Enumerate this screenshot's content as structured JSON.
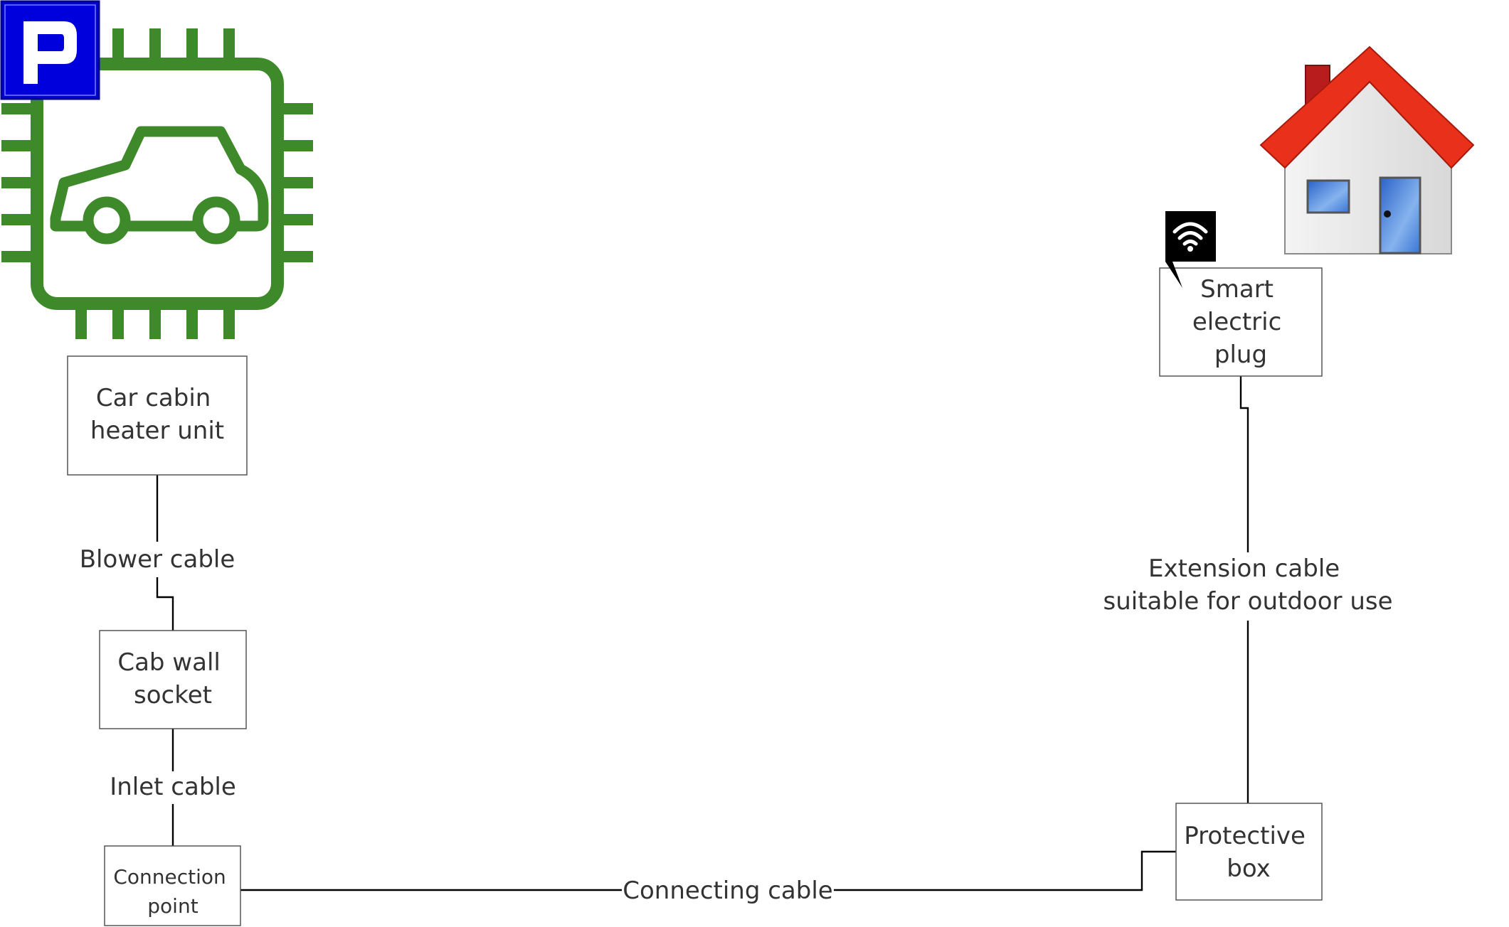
{
  "nodes": {
    "heater": {
      "lines": [
        "Car cabin",
        "heater unit"
      ]
    },
    "cab_socket": {
      "lines": [
        "Cab wall",
        "socket"
      ]
    },
    "connection": {
      "lines": [
        "Connection",
        "point"
      ]
    },
    "protective": {
      "lines": [
        "Protective",
        "box"
      ]
    },
    "smart_plug": {
      "lines": [
        "Smart",
        "electric",
        "plug"
      ]
    }
  },
  "edges": {
    "blower": {
      "lines": [
        "Blower cable"
      ]
    },
    "inlet": {
      "lines": [
        "Inlet cable"
      ]
    },
    "connecting": {
      "lines": [
        "Connecting cable"
      ]
    },
    "extension": {
      "lines": [
        "Extension cable",
        "suitable for outdoor use"
      ]
    }
  },
  "icons": {
    "parking": {
      "name": "parking-sign-icon",
      "letter": "P",
      "color": "#0000dd"
    },
    "car_chip": {
      "name": "car-chip-icon",
      "color": "#3e8a2a"
    },
    "house": {
      "name": "house-icon",
      "roof_color": "#e8301a",
      "chimney_color": "#b81c1c"
    },
    "wifi": {
      "name": "wifi-icon"
    }
  }
}
